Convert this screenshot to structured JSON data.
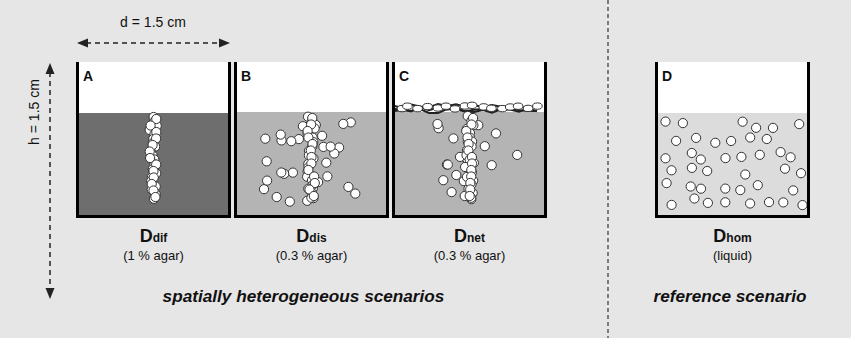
{
  "diagram": {
    "nodes": [
      {
        "text": [
          "spatially heterogeneous scenarios"
        ]
      },
      {
        "text": [
          "A",
          "Ddif",
          "(1 % agar)"
        ],
        "in": 0
      },
      {
        "text": [
          "B",
          "Ddis",
          "(0.3 % agar)"
        ],
        "in": 0
      },
      {
        "text": [
          "C",
          "Dnet",
          "(0.3 % agar)"
        ],
        "in": 0
      },
      {
        "text": [
          "reference scenario"
        ]
      },
      {
        "text": [
          "D",
          "Dhom",
          "(liquid)"
        ],
        "in": 4
      }
    ],
    "labels": [
      "d = 1.5 cm",
      "h = 1.5 cm"
    ]
  }
}
